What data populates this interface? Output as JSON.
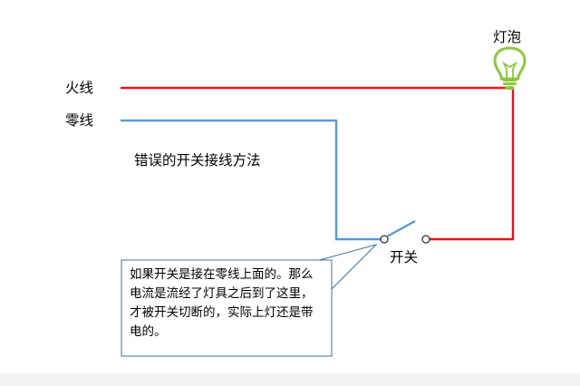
{
  "labels": {
    "live_wire": "火线",
    "neutral_wire": "零线",
    "bulb": "灯泡",
    "switch": "开关",
    "title": "错误的开关接线方法"
  },
  "callout": {
    "text": "如果开关是接在零线上面的。那么电流是流经了灯具之后到了这里，才被开关切断的，实际上灯还是带电的。"
  },
  "colors": {
    "live_wire": "#e8141e",
    "neutral_wire": "#5b9bd5",
    "bulb": "#8dc63f",
    "callout_border": "#41719c",
    "bottom_bar": "#f2f2f2"
  },
  "icons": [
    "light-bulb-icon",
    "switch-terminal-icon"
  ]
}
